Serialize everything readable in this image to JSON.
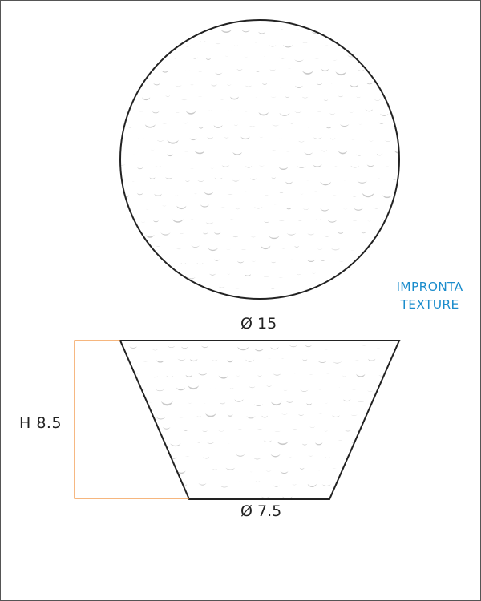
{
  "labels": {
    "top_diameter": "Ø 15",
    "bottom_diameter": "Ø 7.5",
    "height": "H 8.5"
  },
  "texture_note": {
    "line1": "IMPRONTA",
    "line2": "TEXTURE",
    "color": "#1a8ccc"
  },
  "colors": {
    "outline": "#222222",
    "dimension_line": "#f08a30",
    "dimple": "#c9c9c9"
  }
}
